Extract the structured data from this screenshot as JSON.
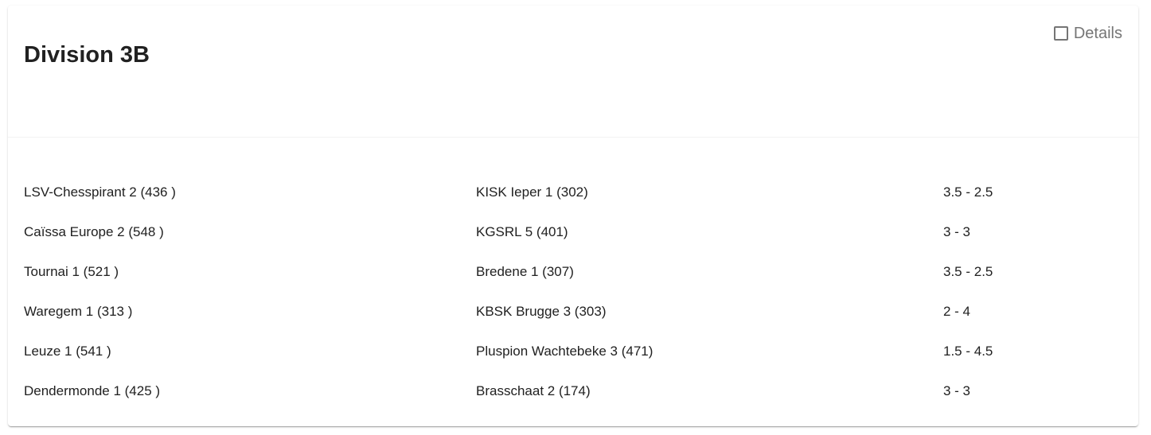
{
  "division": {
    "title": "Division 3B",
    "details_label": "Details",
    "details_checked": false
  },
  "matches": [
    {
      "home": "LSV-Chesspirant 2 (436 )",
      "away": "KISK Ieper 1 (302)",
      "score": "3.5 - 2.5"
    },
    {
      "home": "Caïssa Europe 2 (548 )",
      "away": "KGSRL 5 (401)",
      "score": "3 - 3"
    },
    {
      "home": "Tournai 1 (521 )",
      "away": "Bredene 1 (307)",
      "score": "3.5 - 2.5"
    },
    {
      "home": "Waregem 1 (313 )",
      "away": "KBSK Brugge 3 (303)",
      "score": "2 - 4"
    },
    {
      "home": "Leuze 1 (541 )",
      "away": "Pluspion Wachtebeke 3 (471)",
      "score": "1.5 - 4.5"
    },
    {
      "home": "Dendermonde 1 (425 )",
      "away": "Brasschaat 2 (174)",
      "score": "3 - 3"
    }
  ],
  "colors": {
    "text": "#212121",
    "muted": "#757575",
    "divider": "#f2f2f2"
  }
}
